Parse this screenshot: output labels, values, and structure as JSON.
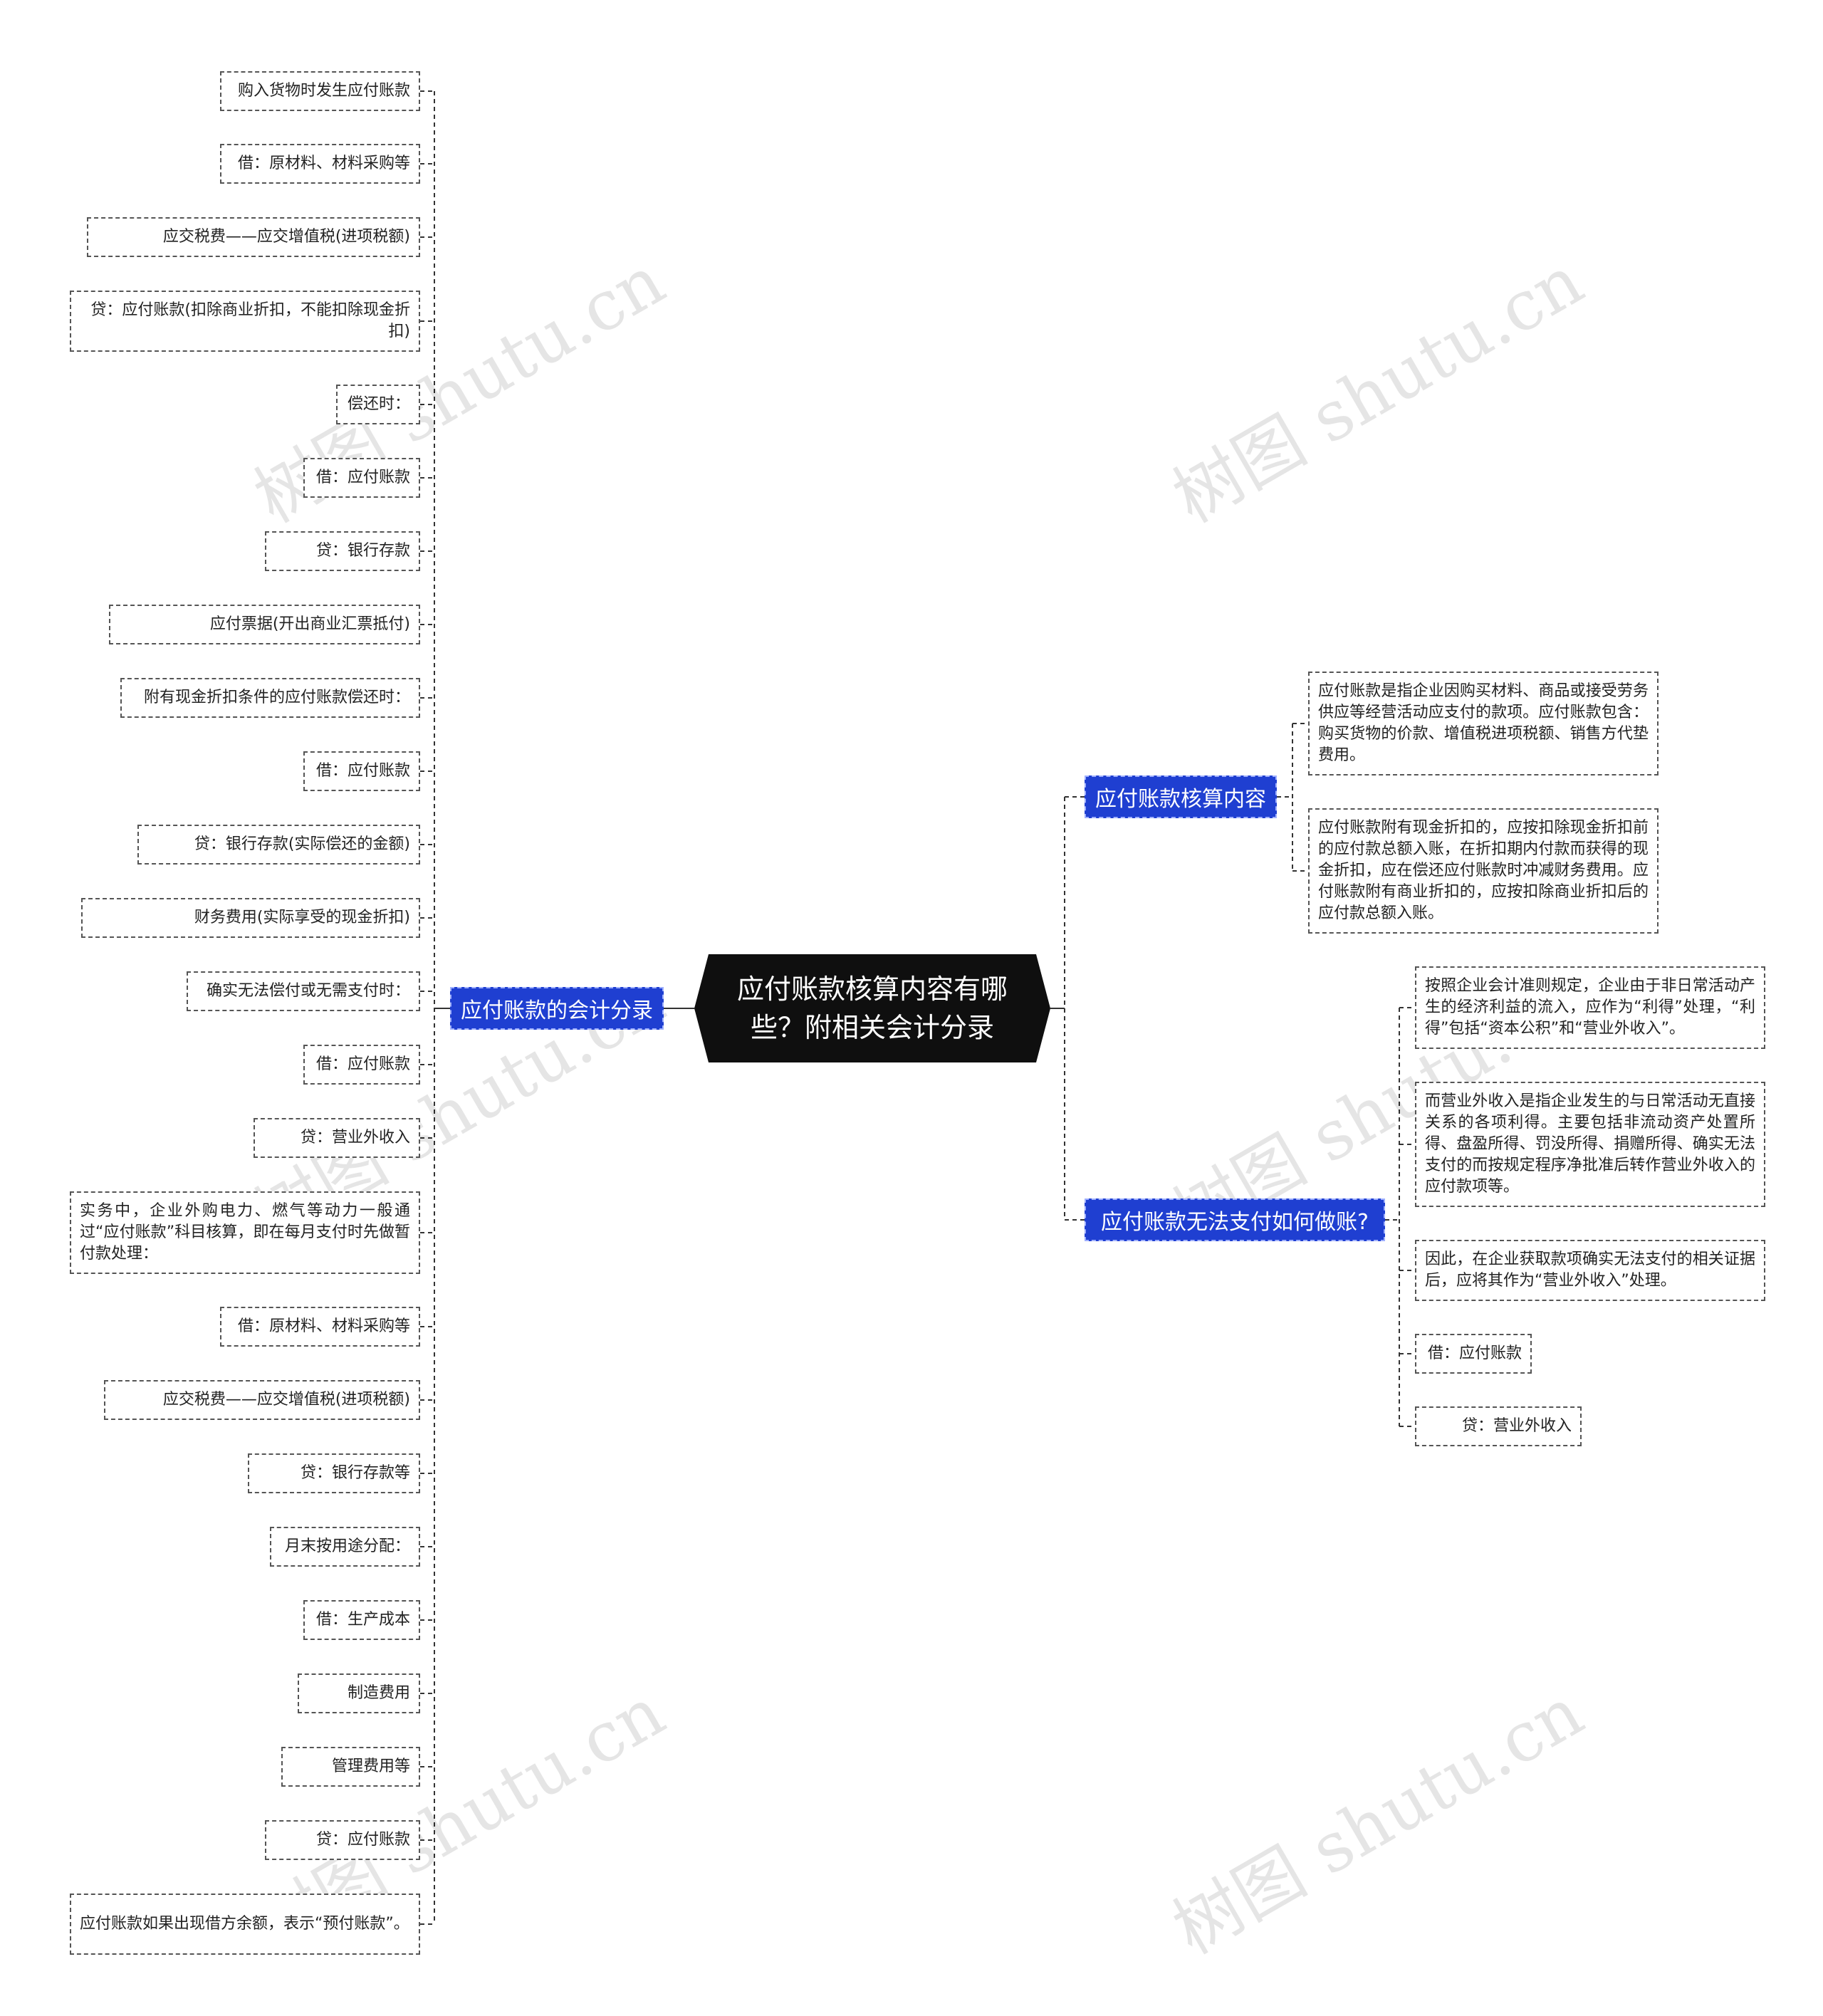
{
  "root": {
    "title": "应付账款核算内容有哪些？附相关会计分录"
  },
  "branches": {
    "accounting": {
      "label": "应付账款的会计分录"
    },
    "content": {
      "label": "应付账款核算内容"
    },
    "unpayable": {
      "label": "应付账款无法支付如何做账?"
    }
  },
  "left_leaves": [
    "购入货物时发生应付账款",
    "借：原材料、材料采购等",
    "应交税费——应交增值税(进项税额)",
    "贷：应付账款(扣除商业折扣，不能扣除现金折扣)",
    "偿还时：",
    "借：应付账款",
    "贷：银行存款",
    "应付票据(开出商业汇票抵付)",
    "附有现金折扣条件的应付账款偿还时：",
    "借：应付账款",
    "贷：银行存款(实际偿还的金额)",
    "财务费用(实际享受的现金折扣)",
    "确实无法偿付或无需支付时：",
    "借：应付账款",
    "贷：营业外收入",
    "实务中，企业外购电力、燃气等动力一般通过“应付账款”科目核算，即在每月支付时先做暂付款处理：",
    "借：原材料、材料采购等",
    "应交税费——应交增值税(进项税额)",
    "贷：银行存款等",
    "月末按用途分配：",
    "借：生产成本",
    "制造费用",
    "管理费用等",
    "贷：应付账款",
    "应付账款如果出现借方余额，表示“预付账款”。"
  ],
  "content_leaves": [
    "应付账款是指企业因购买材料、商品或接受劳务供应等经营活动应支付的款项。应付账款包含：购买货物的价款、增值税进项税额、销售方代垫费用。",
    "应付账款附有现金折扣的，应按扣除现金折扣前的应付款总额入账，在折扣期内付款而获得的现金折扣，应在偿还应付账款时冲减财务费用。应付账款附有商业折扣的，应按扣除商业折扣后的应付款总额入账。"
  ],
  "unpayable_leaves": [
    "按照企业会计准则规定，企业由于非日常活动产生的经济利益的流入，应作为“利得”处理，“利得”包括“资本公积”和“营业外收入”。",
    "而营业外收入是指企业发生的与日常活动无直接关系的各项利得。主要包括非流动资产处置所得、盘盈所得、罚没所得、捐赠所得、确实无法支付的而按规定程序净批准后转作营业外收入的应付款项等。",
    "因此，在企业获取款项确实无法支付的相关证据后，应将其作为“营业外收入”处理。",
    "借：应付账款",
    "贷：营业外收入"
  ],
  "watermark": "树图 shutu.cn",
  "colors": {
    "branch": "#1f3fd1",
    "root": "#0f0f0f",
    "line": "#333333"
  }
}
